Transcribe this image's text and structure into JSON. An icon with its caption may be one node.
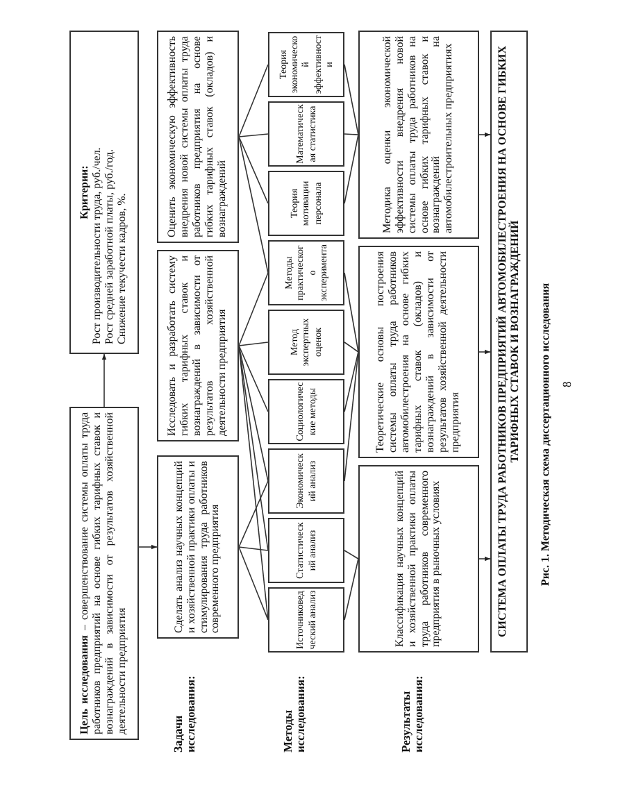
{
  "diagram": {
    "caption": "Рис. 1. Методическая схема диссертационного исследования",
    "nodes": [
      {
        "text": [
          "**Цель исследования** – совершенствование системы оплаты труда работников предприятий на основе гибких тарифных ставок и вознаграждений в зависимости от результатов хозяйственной деятельности предприятия"
        ]
      },
      {
        "text": [
          "Критерии:",
          "Рост производительности труда, руб./чел.",
          "Рост средней заработной платы, руб./год.",
          "Снижение текучести кадров, %."
        ]
      },
      {
        "text": [
          "Сделать анализ научных концепций и хозяйственной практики оплаты и стимулирования труда работников современного предприятия"
        ]
      },
      {
        "text": [
          "Исследовать и разработать систему гибких тарифных ставок и вознаграждений в зависимости от результатов хозяйственной деятельности предприятия"
        ]
      },
      {
        "text": [
          "Оценить экономическую эффективность внедрения новой системы оплаты труда работников предприятия на основе гибких тарифных ставок (окладов) и вознаграждений"
        ]
      },
      {
        "text": [
          "Источниковедческий анализ"
        ]
      },
      {
        "text": [
          "Статистический анализ"
        ]
      },
      {
        "text": [
          "Экономический анализ"
        ]
      },
      {
        "text": [
          "Социологические методы"
        ]
      },
      {
        "text": [
          "Метод экспертных оценок"
        ]
      },
      {
        "text": [
          "Методы практического эксперимента"
        ]
      },
      {
        "text": [
          "Теория мотивации персонала"
        ]
      },
      {
        "text": [
          "Математическая статистика"
        ]
      },
      {
        "text": [
          "Теория экономической эффективности"
        ]
      },
      {
        "text": [
          "Классификация научных концепций и хозяйственной практики оплаты труда работников современного предприятия в рыночных условиях"
        ]
      },
      {
        "text": [
          "Теоретические основы построения системы оплаты труда работников автомобилестроения на основе гибких тарифных ставок (окладов) и вознаграждений в зависимости от результатов хозяйственной деятельности предприятия"
        ]
      },
      {
        "text": [
          "Методика оценки экономической эффективности внедрения новой системы оплаты труда работников на основе гибких тарифных ставок и вознаграждений на автомобилестроительных предприятиях"
        ]
      },
      {
        "text": [
          "СИСТЕМА ОПЛАТЫ ТРУДА РАБОТНИКОВ ПРЕДПРИЯТИЙ АВТОМОБИЛЕСТРОЕНИЯ НА ОСНОВЕ ГИБКИХ ТАРИФНЫХ СТАВОК И ВОЗНАГРАЖДЕНИЙ"
        ]
      }
    ],
    "edges": [
      {
        "from": 0,
        "to": 1,
        "arrow": "to"
      },
      {
        "from": 0,
        "to": 2,
        "arrow": "to"
      },
      {
        "from": 2,
        "to": 5,
        "arrow": "none"
      },
      {
        "from": 2,
        "to": 6,
        "arrow": "none"
      },
      {
        "from": 2,
        "to": 7,
        "arrow": "none"
      },
      {
        "from": 3,
        "to": 5,
        "arrow": "none"
      },
      {
        "from": 3,
        "to": 6,
        "arrow": "none"
      },
      {
        "from": 3,
        "to": 7,
        "arrow": "none"
      },
      {
        "from": 3,
        "to": 8,
        "arrow": "none"
      },
      {
        "from": 3,
        "to": 9,
        "arrow": "none"
      },
      {
        "from": 3,
        "to": 10,
        "arrow": "none"
      },
      {
        "from": 4,
        "to": 10,
        "arrow": "none"
      },
      {
        "from": 4,
        "to": 11,
        "arrow": "none"
      },
      {
        "from": 4,
        "to": 12,
        "arrow": "none"
      },
      {
        "from": 4,
        "to": 13,
        "arrow": "none"
      },
      {
        "from": 5,
        "to": 14,
        "arrow": "none"
      },
      {
        "from": 6,
        "to": 14,
        "arrow": "none"
      },
      {
        "from": 7,
        "to": 15,
        "arrow": "none"
      },
      {
        "from": 8,
        "to": 15,
        "arrow": "none"
      },
      {
        "from": 9,
        "to": 15,
        "arrow": "none"
      },
      {
        "from": 10,
        "to": 15,
        "arrow": "none"
      },
      {
        "from": 11,
        "to": 16,
        "arrow": "none"
      },
      {
        "from": 12,
        "to": 16,
        "arrow": "none"
      },
      {
        "from": 13,
        "to": 16,
        "arrow": "none"
      },
      {
        "from": 14,
        "to": 17,
        "arrow": "to"
      },
      {
        "from": 15,
        "to": 17,
        "arrow": "to"
      },
      {
        "from": 16,
        "to": 17,
        "arrow": "to"
      }
    ],
    "labels": [
      "Задачи исследования:",
      "Методы исследования:",
      "Результаты исследования:",
      "8"
    ]
  }
}
